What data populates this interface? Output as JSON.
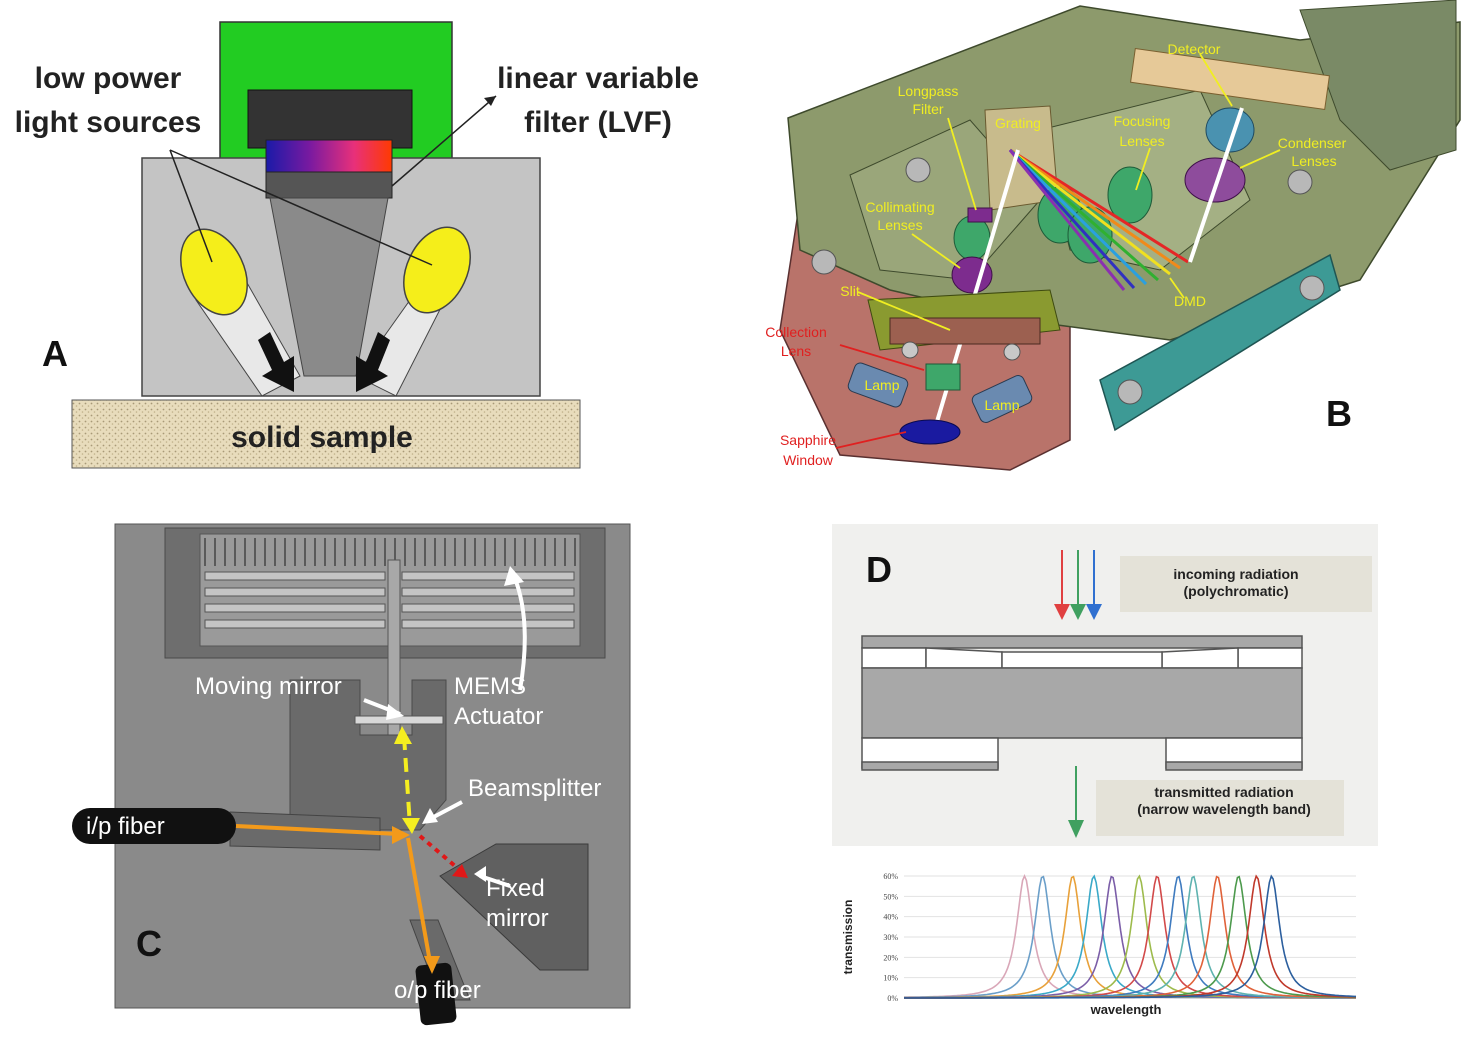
{
  "panels": {
    "a": {
      "letter": "A",
      "label_sources_line1": "low power",
      "label_sources_line2": "light sources",
      "label_lvf_line1": "linear variable",
      "label_lvf_line2": "filter (LVF)",
      "label_sample": "solid sample",
      "colors": {
        "board": "#22cc22",
        "housing": "#c4c4c4",
        "lamp": "#f5ee1a",
        "sample": "#e6dcc0"
      }
    },
    "b": {
      "letter": "B",
      "labels": {
        "detector": "Detector",
        "longpass_1": "Longpass",
        "longpass_2": "Filter",
        "grating": "Grating",
        "focusing_1": "Focusing",
        "focusing_2": "Lenses",
        "condenser_1": "Condenser",
        "condenser_2": "Lenses",
        "collimating_1": "Collimating",
        "collimating_2": "Lenses",
        "slit": "Slit",
        "dmd": "DMD",
        "collection_1": "Collection",
        "collection_2": "Lens",
        "lamp_left": "Lamp",
        "lamp_right": "Lamp",
        "sapphire_1": "Sapphire",
        "sapphire_2": "Window"
      },
      "colors": {
        "chassis": "#8d9a6c",
        "base": "#b9736a",
        "plate": "#3d9a95",
        "yellow_label": "#f0ee22",
        "red_label": "#e02020"
      }
    },
    "c": {
      "letter": "C",
      "labels": {
        "moving_mirror": "Moving mirror",
        "mems_1": "MEMS",
        "mems_2": "Actuator",
        "beamsplitter": "Beamsplitter",
        "ip_fiber": "i/p fiber",
        "fixed_1": "Fixed",
        "fixed_2": "mirror",
        "op_fiber": "o/p fiber"
      },
      "colors": {
        "bg": "#8a8a8a",
        "beam": "#f39a1a",
        "yellow_beam": "#f5ee20",
        "red_beam": "#e01818"
      }
    },
    "d": {
      "letter": "D",
      "incoming_1": "incoming radiation",
      "incoming_2": "(polychromatic)",
      "transmitted_1": "transmitted radiation",
      "transmitted_2": "(narrow wavelength band)"
    }
  },
  "chart_data": {
    "type": "line",
    "xlabel": "wavelength",
    "ylabel": "transmission",
    "ylim": [
      0,
      60
    ],
    "yticks": [
      "0%",
      "10%",
      "20%",
      "30%",
      "40%",
      "50%",
      "60%"
    ],
    "peak_centers": [
      1.0,
      1.6,
      2.6,
      3.3,
      3.9,
      4.8,
      5.4,
      6.1,
      6.6,
      7.4,
      8.1,
      8.7,
      9.2
    ],
    "peak_height": 60,
    "xlim": [
      -3,
      12
    ],
    "colors": [
      "#d9a7b8",
      "#6b9fc9",
      "#e8a13a",
      "#3aa9c8",
      "#7b5ea8",
      "#9dbb4c",
      "#d24a4a",
      "#3f7bbf",
      "#5fb3b0",
      "#e0623a",
      "#4d9a4d",
      "#c0392b",
      "#2c5f9e"
    ]
  }
}
